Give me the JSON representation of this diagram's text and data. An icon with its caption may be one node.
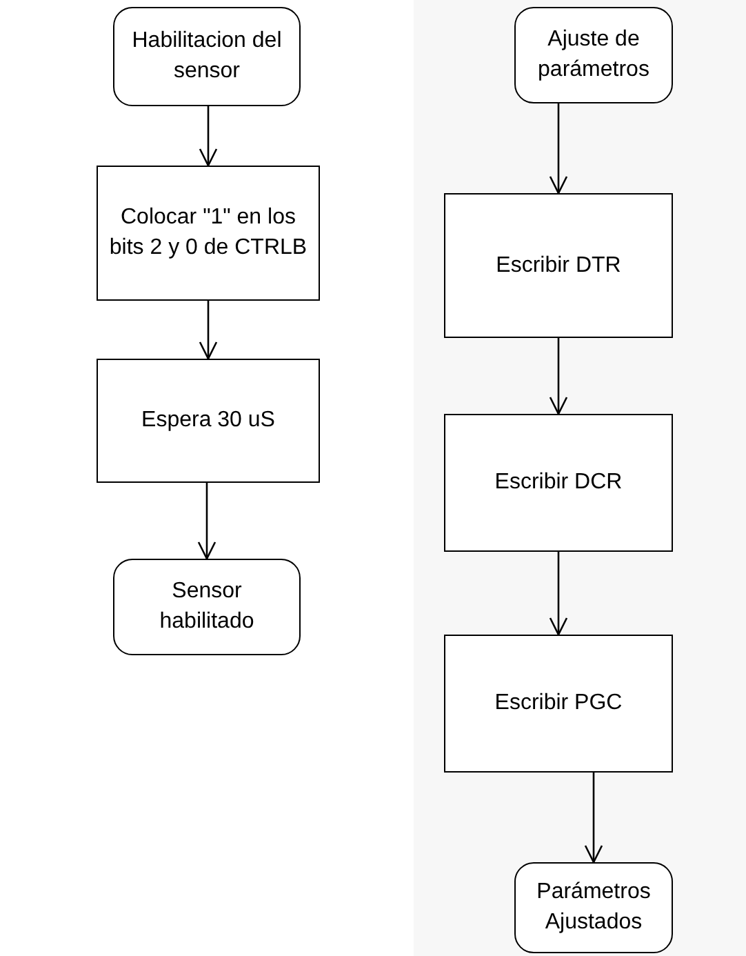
{
  "diagram": {
    "nodes": [
      {
        "text": [
          "Habilitacion del sensor"
        ]
      },
      {
        "text": [
          "Colocar \"1\" en los bits 2 y 0 de CTRLB"
        ]
      },
      {
        "text": [
          "Espera 30 uS"
        ]
      },
      {
        "text": [
          "Sensor habilitado"
        ]
      },
      {
        "text": [
          "Ajuste de parámetros"
        ]
      },
      {
        "text": [
          "Escribir DTR"
        ]
      },
      {
        "text": [
          "Escribir DCR"
        ]
      },
      {
        "text": [
          "Escribir PGC"
        ]
      },
      {
        "text": [
          "Parámetros Ajustados"
        ]
      }
    ],
    "edges": [
      {
        "from": 0,
        "to": 1,
        "arrow": "to"
      },
      {
        "from": 1,
        "to": 2,
        "arrow": "to"
      },
      {
        "from": 2,
        "to": 3,
        "arrow": "to"
      },
      {
        "from": 4,
        "to": 5,
        "arrow": "to"
      },
      {
        "from": 5,
        "to": 6,
        "arrow": "to"
      },
      {
        "from": 6,
        "to": 7,
        "arrow": "to"
      },
      {
        "from": 7,
        "to": 8,
        "arrow": "to"
      }
    ]
  }
}
